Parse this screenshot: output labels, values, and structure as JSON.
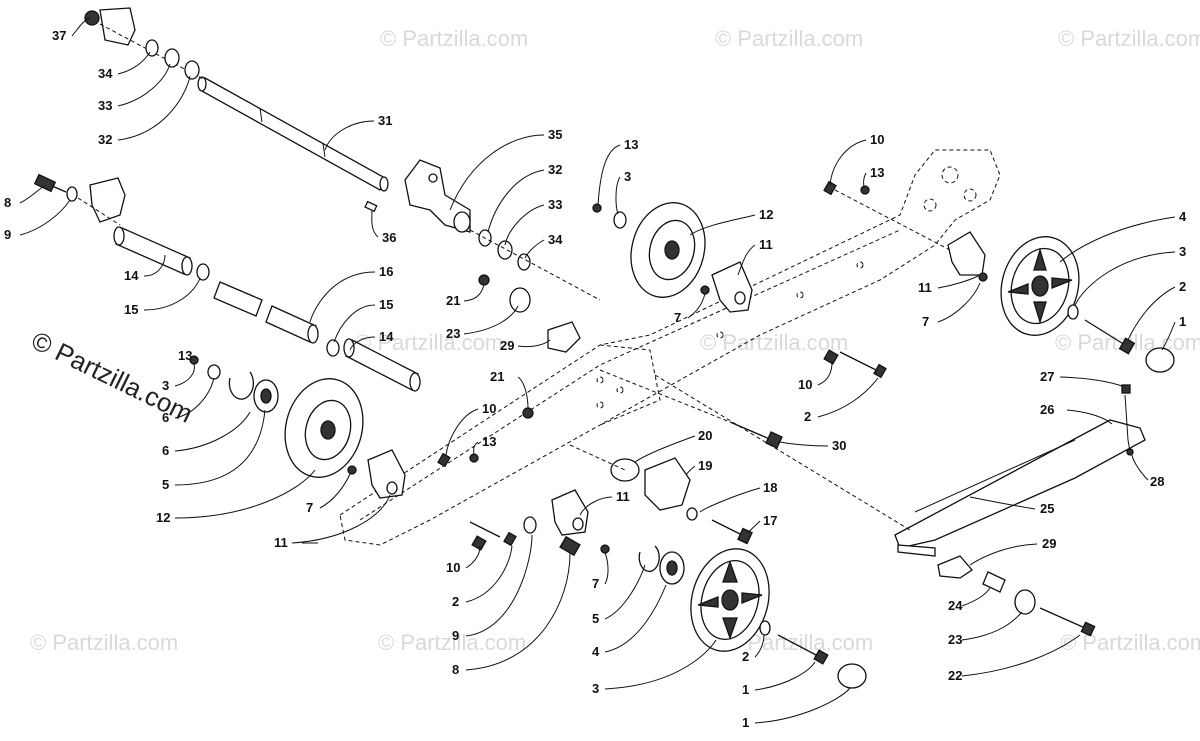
{
  "watermarks": {
    "small_text": "© Partzilla.com",
    "main_text": "© Partzilla.com"
  },
  "callouts": {
    "c1a": "1",
    "c1b": "1",
    "c2a": "2",
    "c2b": "2",
    "c2c": "2",
    "c2d": "2",
    "c3a": "3",
    "c3b": "3",
    "c3c": "3",
    "c3d": "3",
    "c4a": "4",
    "c4b": "4",
    "c5a": "5",
    "c5b": "5",
    "c6a": "6",
    "c6b": "6",
    "c7a": "7",
    "c7b": "7",
    "c7c": "7",
    "c7d": "7",
    "c8a": "8",
    "c8b": "8",
    "c9a": "9",
    "c9b": "9",
    "c10a": "10",
    "c10b": "10",
    "c10c": "10",
    "c10d": "10",
    "c11a": "11",
    "c11b": "11",
    "c11c": "11",
    "c11d": "11",
    "c12a": "12",
    "c12b": "12",
    "c13a": "13",
    "c13b": "13",
    "c13c": "13",
    "c13d": "13",
    "c14a": "14",
    "c14b": "14",
    "c15a": "15",
    "c15b": "15",
    "c16": "16",
    "c17": "17",
    "c18": "18",
    "c19": "19",
    "c20": "20",
    "c21a": "21",
    "c21b": "21",
    "c22": "22",
    "c23a": "23",
    "c23b": "23",
    "c24": "24",
    "c25": "25",
    "c26": "26",
    "c27": "27",
    "c28": "28",
    "c29a": "29",
    "c29b": "29",
    "c30": "30",
    "c31": "31",
    "c32a": "32",
    "c32b": "32",
    "c33a": "33",
    "c33b": "33",
    "c34a": "34",
    "c34b": "34",
    "c35": "35",
    "c36": "36",
    "c37": "37"
  }
}
